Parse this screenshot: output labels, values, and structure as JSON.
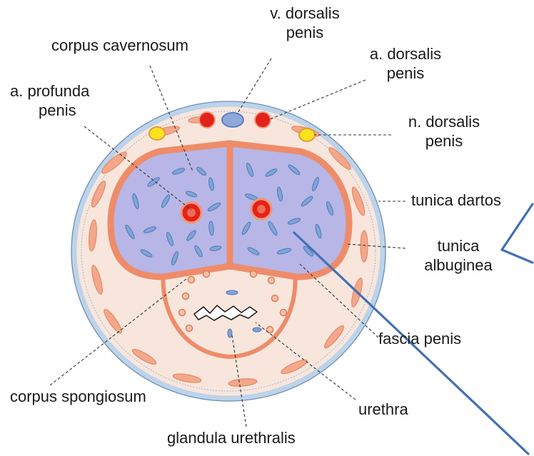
{
  "labels": {
    "v_dorsalis": [
      "v. dorsalis",
      "penis"
    ],
    "corpus_cavernosum": "corpus cavernosum",
    "a_dorsalis": [
      "a. dorsalis",
      "penis"
    ],
    "a_profunda": [
      "a. profunda",
      "penis"
    ],
    "n_dorsalis": [
      "n. dorsalis",
      "penis"
    ],
    "tunica_dartos": "tunica dartos",
    "tunica_albuginea": [
      "tunica",
      "albuginea"
    ],
    "fascia_penis": "fascia penis",
    "corpus_spongiosum": "corpus spongiosum",
    "urethra": "urethra",
    "glandula_urethralis": "glandula urethralis"
  },
  "colors": {
    "skin": "#f8e6dc",
    "outer_ring": "#bcd3ea",
    "tunica": "#ee8c6a",
    "cavernosum_fill": "#b7b6e6",
    "sinusoid": "#7ea5d8",
    "artery_red": "#e2231a",
    "nerve_yellow": "#fbe31d",
    "leader": "#333333",
    "overlay_line": "#4270b4"
  }
}
